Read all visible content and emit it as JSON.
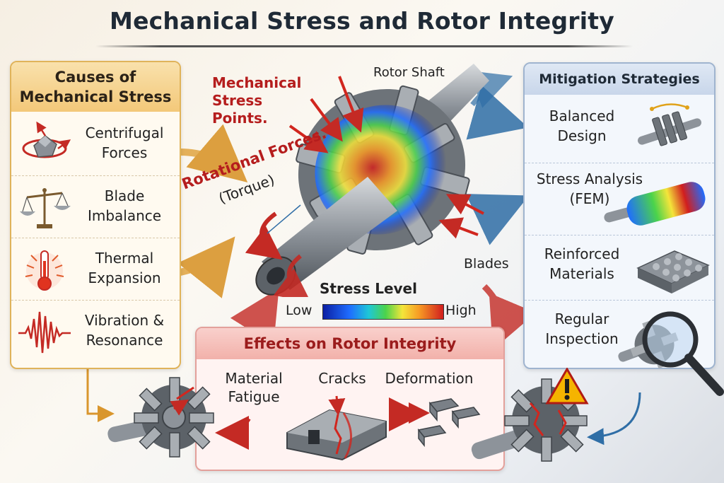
{
  "title": "Mechanical Stress and Rotor Integrity",
  "causes": {
    "header_line1": "Causes of",
    "header_line2": "Mechanical Stress",
    "items": [
      {
        "line1": "Centrifugal",
        "line2": "Forces",
        "icon": "centrifugal-force-icon"
      },
      {
        "line1": "Blade",
        "line2": "Imbalance",
        "icon": "balance-scale-icon"
      },
      {
        "line1": "Thermal",
        "line2": "Expansion",
        "icon": "thermometer-icon"
      },
      {
        "line1": "Vibration &",
        "line2": "Resonance",
        "icon": "vibration-wave-icon"
      }
    ]
  },
  "rotor": {
    "stress_points_line1": "Mechanical",
    "stress_points_line2": "Stress Points.",
    "shaft_label": "Rotor Shaft",
    "rotational_label": "Rotational Forces.",
    "torque_label": "(Torque)",
    "blades_label": "Blades"
  },
  "stress_scale": {
    "title": "Stress Level",
    "low": "Low",
    "high": "High",
    "colors": [
      "#0b1fa3",
      "#1f6dff",
      "#1ec7d6",
      "#4bd34b",
      "#f4e53a",
      "#f79a24",
      "#d11e1e"
    ]
  },
  "mitigation": {
    "header": "Mitigation Strategies",
    "items": [
      {
        "line1": "Balanced",
        "line2": "Design",
        "icon": "balanced-rotor-icon"
      },
      {
        "line1": "Stress Analysis",
        "line2": "(FEM)",
        "icon": "fem-rotor-icon"
      },
      {
        "line1": "Reinforced",
        "line2": "Materials",
        "icon": "reinforced-plate-icon"
      },
      {
        "line1": "Regular",
        "line2": "Inspection",
        "icon": "magnifier-icon"
      }
    ]
  },
  "effects": {
    "header": "Effects on Rotor Integrity",
    "items": [
      {
        "line1": "Material",
        "line2": "Fatigue"
      },
      {
        "line1": "Cracks",
        "line2": ""
      },
      {
        "line1": "Deformation",
        "line2": ""
      }
    ],
    "warning_icon": "warning-triangle-icon"
  },
  "colors": {
    "causes_border": "#e0b35a",
    "mitigation_border": "#9fb4cf",
    "effects_border": "#e3a09b",
    "stress_red": "#b51d1d",
    "arrow_orange": "#d9962d",
    "arrow_blue": "#2f6ea6"
  }
}
